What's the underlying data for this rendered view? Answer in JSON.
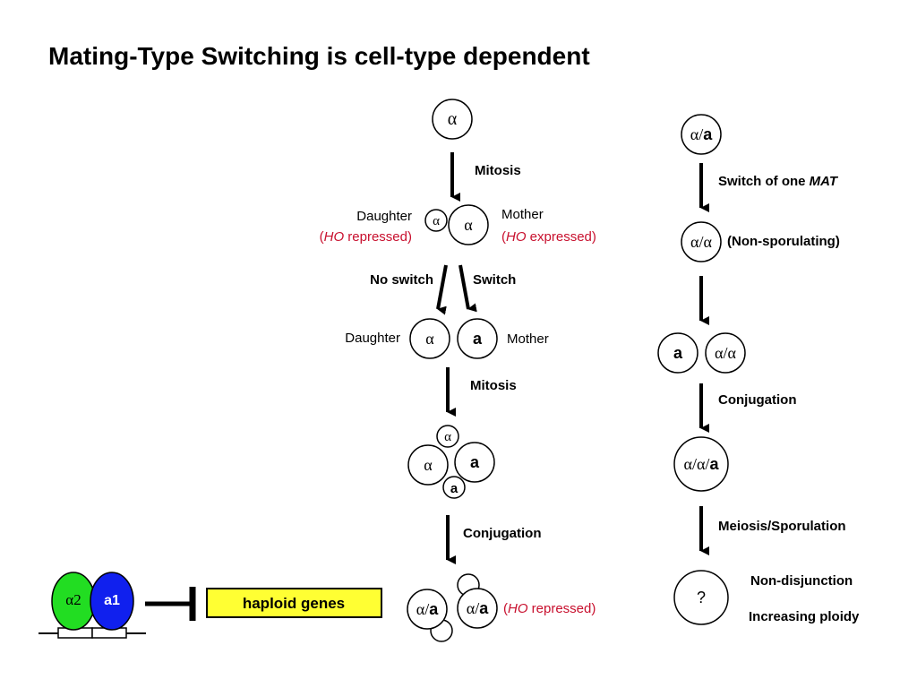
{
  "title": "Mating-Type Switching is cell-type dependent",
  "colors": {
    "red_text": "#c8102e",
    "alpha2_protein": "#22dd22",
    "a1_protein": "#1020ee",
    "haploid_box": "#ffff33",
    "stroke": "#000000"
  },
  "glyphs": {
    "alpha": "α",
    "a": "a",
    "slash": "/",
    "question": "?",
    "alpha2_prefix": "α",
    "alpha2_suffix": "2"
  },
  "left_pathway": {
    "step1": "Mitosis",
    "daughter_label": "Daughter",
    "mother_label": "Mother",
    "daughter_note": {
      "open": "(",
      "ho": "HO",
      "rest": " repressed)"
    },
    "mother_note": {
      "open": "(",
      "ho": "HO",
      "rest": " expressed)"
    },
    "no_switch": "No switch",
    "switch": "Switch",
    "daughter_label_2": "Daughter",
    "mother_label_2": "Mother",
    "step2": "Mitosis",
    "step3": "Conjugation",
    "final_note": {
      "open": "(",
      "ho": "HO",
      "rest": " repressed)"
    }
  },
  "right_pathway": {
    "step1": {
      "prefix": "Switch of one ",
      "italic": "MAT"
    },
    "non_sporulating": "(Non-sporulating)",
    "step2": "Conjugation",
    "step3": "Meiosis/Sporulation",
    "outcome1": "Non-disjunction",
    "outcome2": "Increasing ploidy"
  },
  "repressor": {
    "alpha2_label": "α2",
    "a1_label": "a1",
    "target": "haploid genes"
  }
}
